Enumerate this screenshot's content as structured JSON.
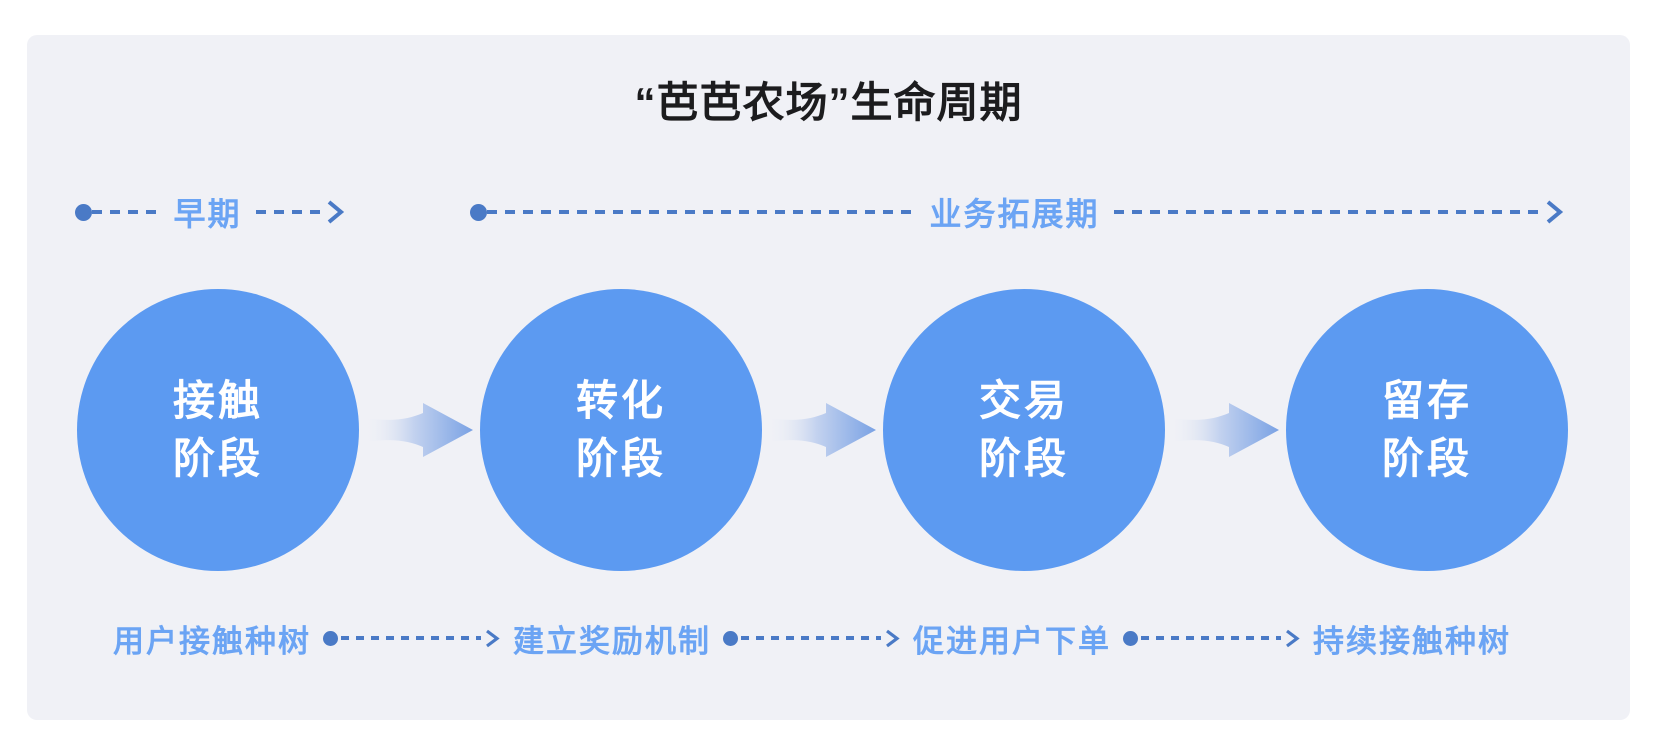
{
  "title": "“芭芭农场”生命周期",
  "phases": [
    {
      "label": "早期"
    },
    {
      "label": "业务拓展期"
    }
  ],
  "stages": [
    {
      "line1": "接触",
      "line2": "阶段"
    },
    {
      "line1": "转化",
      "line2": "阶段"
    },
    {
      "line1": "交易",
      "line2": "阶段"
    },
    {
      "line1": "留存",
      "line2": "阶段"
    }
  ],
  "bottom_labels": [
    {
      "label": "用户接触种树"
    },
    {
      "label": "建立奖励机制"
    },
    {
      "label": "促进用户下单"
    },
    {
      "label": "持续接触种树"
    }
  ],
  "colors": {
    "card_background": "#f0f1f6",
    "circle_blue": "#5c9af1",
    "light_label_blue": "#6ba4f4",
    "connector_blue": "#4a7ac6",
    "title_color": "#1c1c1e",
    "circle_text": "#ffffff"
  }
}
